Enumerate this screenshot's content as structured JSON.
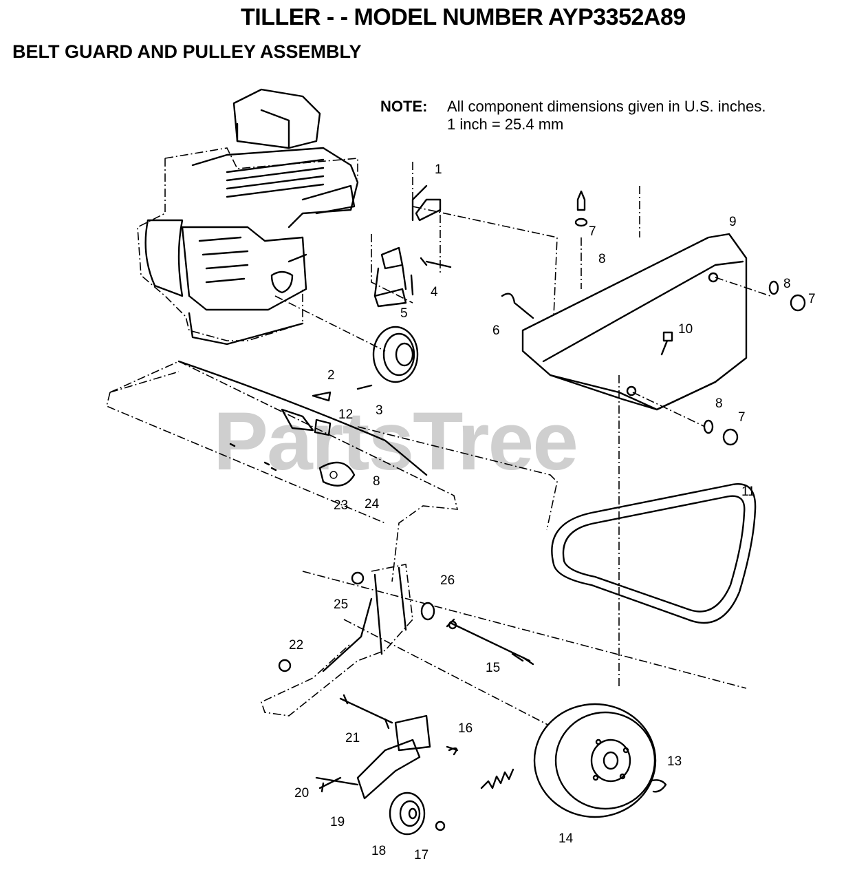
{
  "title": "TILLER - - MODEL NUMBER AYP3352A89",
  "subtitle": "BELT GUARD AND PULLEY ASSEMBLY",
  "note": {
    "label": "NOTE:",
    "line1": "All component dimensions given in U.S. inches.",
    "line2": "1 inch = 25.4 mm"
  },
  "watermark": "PartsTree",
  "watermark_color": "#cfcfcf",
  "callouts": {
    "p1": "1",
    "p2": "2",
    "p3": "3",
    "p4": "4",
    "p5": "5",
    "p6": "6",
    "p7a": "7",
    "p7b": "7",
    "p7c": "7",
    "p8a": "8",
    "p8b": "8",
    "p8c": "8",
    "p8d": "8",
    "p9": "9",
    "p10": "10",
    "p11": "11",
    "p12": "12",
    "p13": "13",
    "p14": "14",
    "p15": "15",
    "p16": "16",
    "p17": "17",
    "p18": "18",
    "p19": "19",
    "p20": "20",
    "p21": "21",
    "p22": "22",
    "p23": "23",
    "p24": "24",
    "p25": "25",
    "p26": "26"
  }
}
